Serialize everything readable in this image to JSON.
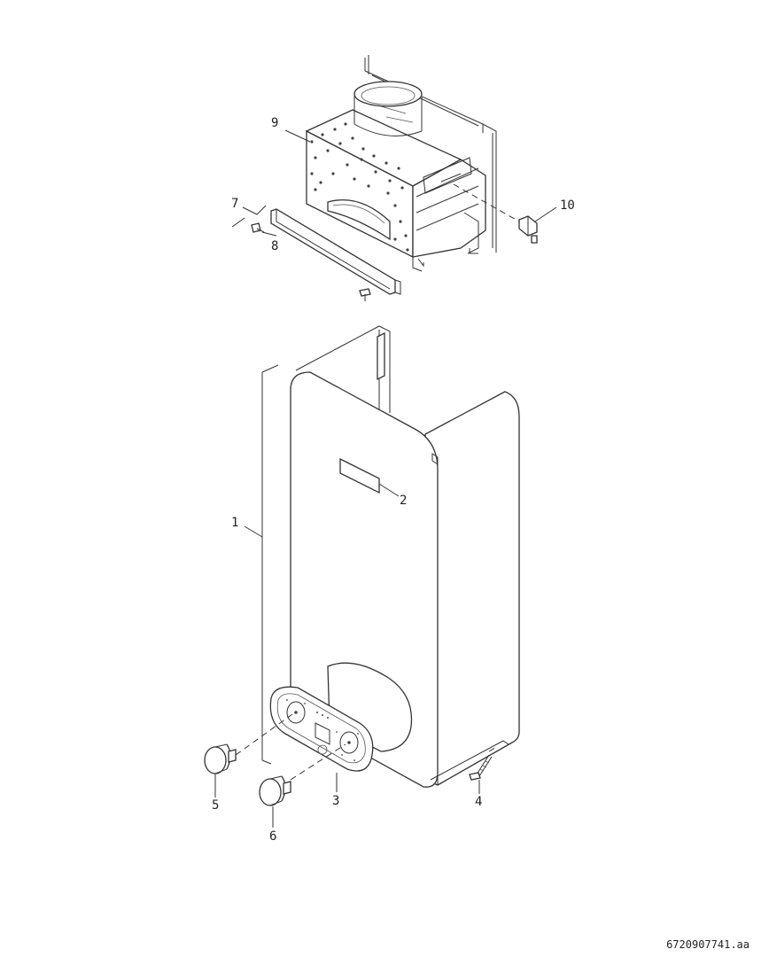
{
  "callouts": {
    "c1": "1",
    "c2": "2",
    "c3": "3",
    "c4": "4",
    "c5": "5",
    "c6": "6",
    "c7": "7",
    "c8": "8",
    "c9": "9",
    "c10": "10"
  },
  "drawing_code": "6720907741.aa"
}
